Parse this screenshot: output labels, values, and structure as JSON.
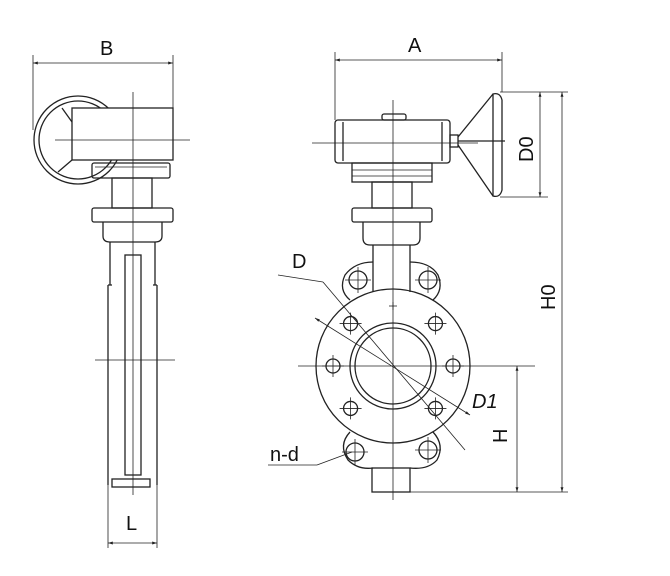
{
  "title": "Worm gear butterfly valve dimension drawing",
  "labels": {
    "B": "B",
    "L": "L",
    "A": "A",
    "D0": "D0",
    "H0": "H0",
    "D": "D",
    "D1": "D1",
    "H": "H",
    "nd": "n-d"
  },
  "colors": {
    "line": "#222222",
    "background": "#ffffff"
  }
}
